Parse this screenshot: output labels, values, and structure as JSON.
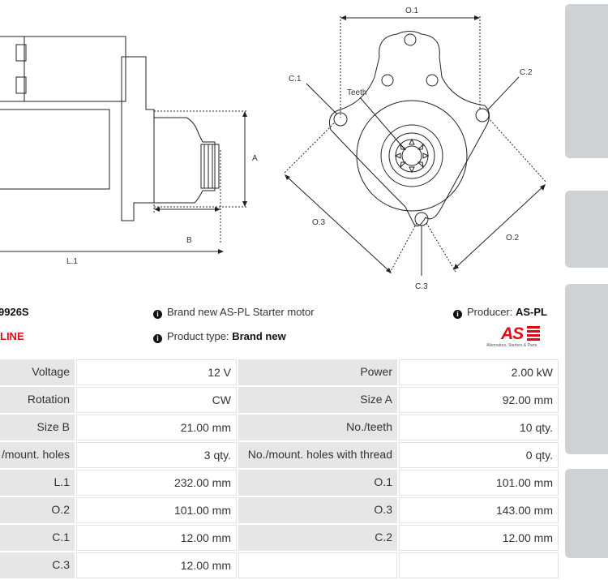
{
  "diagram_labels": {
    "L1": "L.1",
    "A": "A",
    "B": "B",
    "O1": "O.1",
    "O2": "O.2",
    "O3": "O.3",
    "C1": "C.1",
    "C2": "C.2",
    "C3": "C.3",
    "teeth": "Teeth"
  },
  "product": {
    "code_fragment": "9926S",
    "line_fragment": "LINE",
    "description": "Brand new AS-PL Starter motor",
    "producer_label": "Producer:",
    "producer_value": "AS-PL",
    "type_label": "Product type:",
    "type_value": "Brand new",
    "logo_text": "AS",
    "logo_tagline": "Alternators, Starters & Parts"
  },
  "specs": [
    [
      "Voltage",
      "12 V",
      "Power",
      "2.00 kW"
    ],
    [
      "Rotation",
      "CW",
      "Size A",
      "92.00 mm"
    ],
    [
      "Size B",
      "21.00 mm",
      "No./teeth",
      "10 qty."
    ],
    [
      "/mount. holes",
      "3 qty.",
      "No./mount. holes with thread",
      "0 qty."
    ],
    [
      "L.1",
      "232.00 mm",
      "O.1",
      "101.00 mm"
    ],
    [
      "O.2",
      "101.00 mm",
      "O.3",
      "143.00 mm"
    ],
    [
      "C.1",
      "12.00 mm",
      "C.2",
      "12.00 mm"
    ],
    [
      "C.3",
      "12.00 mm",
      "",
      ""
    ]
  ],
  "colors": {
    "accent_red": "#e30613",
    "label_bg": "#e6e6e6"
  }
}
